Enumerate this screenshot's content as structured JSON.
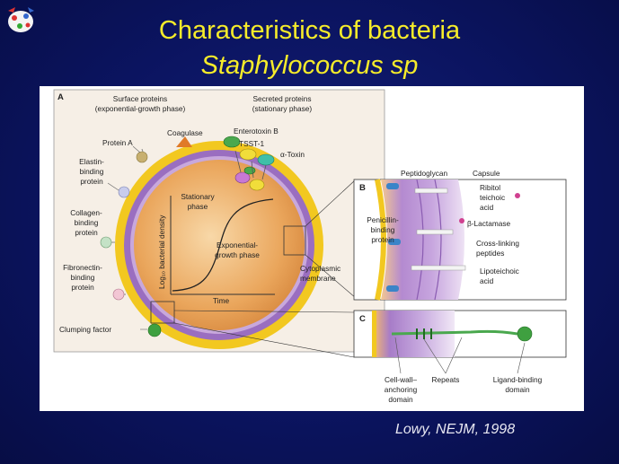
{
  "title": {
    "line1": "Characteristics of bacteria",
    "line2": "Staphylococcus sp"
  },
  "citation": "Lowy, NEJM, 1998",
  "panels": {
    "a": "A",
    "b": "B",
    "c": "C"
  },
  "headers": {
    "surface_1": "Surface proteins",
    "surface_2": "(exponential-growth phase)",
    "secreted_1": "Secreted proteins",
    "secreted_2": "(stationary phase)"
  },
  "surface_labels": {
    "protein_a": "Protein A",
    "coagulase": "Coagulase",
    "elastin": [
      "Elastin-",
      "binding",
      "protein"
    ],
    "collagen": [
      "Collagen-",
      "binding",
      "protein"
    ],
    "fibronectin": [
      "Fibronectin-",
      "binding",
      "protein"
    ],
    "clumping": "Clumping factor"
  },
  "secreted_labels": {
    "enterotoxin": "Enterotoxin B",
    "tsst": "TSST-1",
    "alpha": "α-Toxin"
  },
  "growth_curve": {
    "ylabel": "Log₁₀ bacterial density",
    "xlabel": "Time",
    "stationary": [
      "Stationary",
      "phase"
    ],
    "exponential": [
      "Exponential-",
      "growth phase"
    ]
  },
  "cell_wall": {
    "peptidoglycan": "Peptidoglycan",
    "capsule": "Capsule",
    "ribitol": [
      "Ribitol",
      "teichoic",
      "acid"
    ],
    "lactamase": "β-Lactamase",
    "pbp": [
      "Penicillin-",
      "binding",
      "protein"
    ],
    "crosslink": [
      "Cross-linking",
      "peptides"
    ],
    "lipoteichoic": [
      "Lipoteichoic",
      "acid"
    ],
    "cytoplasmic": [
      "Cytoplasmic",
      "membrane"
    ]
  },
  "panel_c": {
    "anchoring": [
      "Cell-wall–",
      "anchoring",
      "domain"
    ],
    "repeats": "Repeats",
    "ligand": [
      "Ligand-binding",
      "domain"
    ]
  },
  "colors": {
    "background": "#0b1460",
    "title": "#f6ec2a",
    "cell_core": "#e8a860",
    "cell_ring": "#f2c820",
    "membrane": "#9a6ec0"
  }
}
